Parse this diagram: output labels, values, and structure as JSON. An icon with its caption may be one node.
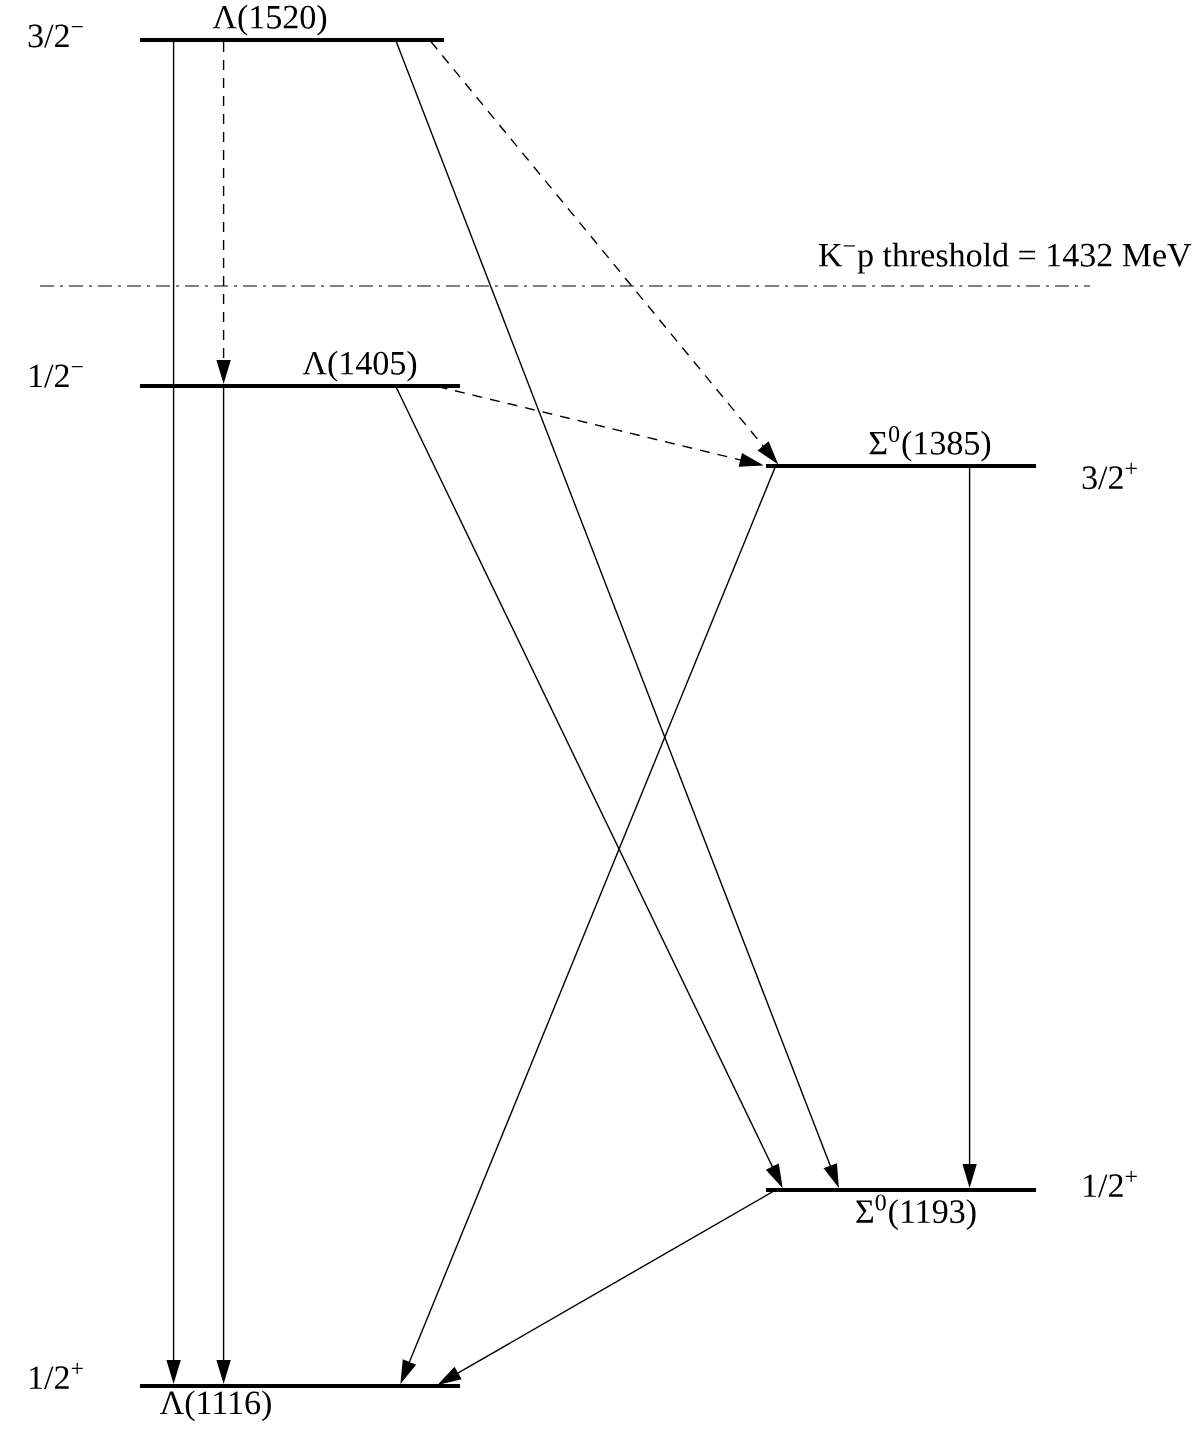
{
  "diagram": {
    "nodes": [
      {
        "text": [
          "Λ(1520)"
        ],
        "beside": [
          "3/2$^{−}$"
        ]
      },
      {
        "text": [
          "Λ(1405)"
        ],
        "beside": [
          "1/2$^{−}$"
        ]
      },
      {
        "text": [
          "Σ$^{0}$(1385)"
        ],
        "beside": [
          "3/2$^{+}$"
        ]
      },
      {
        "text": [
          "Σ$^{0}$(1193)"
        ],
        "beside": [
          "1/2$^{+}$"
        ]
      },
      {
        "text": [
          "Λ(1116)"
        ],
        "beside": [
          "1/2$^{+}$"
        ]
      }
    ],
    "edges": [
      {
        "from": 0,
        "to": 4,
        "arrow": "to"
      },
      {
        "from": 0,
        "to": 1,
        "arrow": "to",
        "style": "dashed"
      },
      {
        "from": 0,
        "to": 3,
        "arrow": "to"
      },
      {
        "from": 0,
        "to": 2,
        "arrow": "to",
        "style": "dashed"
      },
      {
        "from": 1,
        "to": 4,
        "arrow": "to"
      },
      {
        "from": 1,
        "to": 2,
        "arrow": "to",
        "style": "dashed"
      },
      {
        "from": 1,
        "to": 3,
        "arrow": "to"
      },
      {
        "from": 2,
        "to": 4,
        "arrow": "to"
      },
      {
        "from": 2,
        "to": 3,
        "arrow": "to"
      },
      {
        "from": 3,
        "to": 4,
        "arrow": "to"
      }
    ],
    "labels": [
      "K$^{−}$p threshold = 1432 MeV"
    ]
  }
}
